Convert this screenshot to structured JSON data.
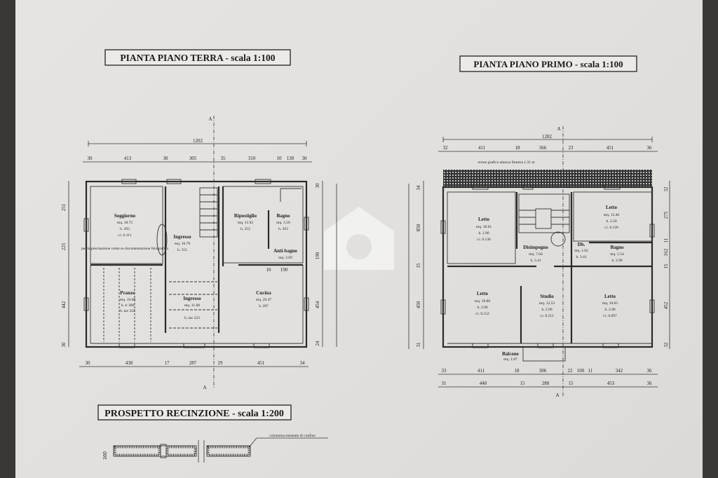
{
  "titles": {
    "ground": "PIANTA PIANO TERRA - scala 1:100",
    "first": "PIANTA PIANO PRIMO - scala 1:100",
    "fence": "PROSPETTO RECINZIONE - scala 1:200"
  },
  "section_marker": "A",
  "ground_floor": {
    "total_width": "1202",
    "top_dims": [
      "30",
      "413",
      "30",
      "305",
      "35",
      "310",
      "10",
      "130",
      "30"
    ],
    "bottom_dims": [
      "30",
      "438",
      "17",
      "287",
      "29",
      "451",
      "34"
    ],
    "right_dims": [
      "30",
      "190",
      "454",
      "24"
    ],
    "left_dims": [
      "251",
      "225",
      "442",
      "30"
    ],
    "rooms": [
      {
        "name": "Soggiorno",
        "area": "mq. 18.75",
        "height": "h. 293",
        "ri": "r.i. 0.111"
      },
      {
        "name": "Ingresso",
        "area": "mq. 10.79",
        "height": "h. 315"
      },
      {
        "name": "Ripostiglio",
        "area": "mq. 11.92",
        "height": "h. 252"
      },
      {
        "name": "Bagno",
        "area": "mq. 5.50",
        "height": "h. 293"
      },
      {
        "name": "Anti-bagno",
        "area": "mq. 2.09"
      },
      {
        "name": "Pranzo",
        "area": "mq. 19.00",
        "height": "h. tr 306",
        "extra": "h. tav 225"
      },
      {
        "name": "Ingresso",
        "area": "mq. 11.68",
        "height": "h. tav 223"
      },
      {
        "name": "Cucina",
        "area": "mq. 20.47",
        "height": "h. 287"
      }
    ],
    "note": "per la precisazione come su documentazione fotografica",
    "inner_dims": [
      "10",
      "190"
    ]
  },
  "first_floor": {
    "total_width": "1282",
    "top_dims": [
      "32",
      "411",
      "18",
      "366",
      "23",
      "451",
      "36"
    ],
    "bottom_dims_1": [
      "33",
      "411",
      "18",
      "306",
      "22",
      "100",
      "11",
      "342",
      "36"
    ],
    "bottom_dims_2": [
      "31",
      "440",
      "15",
      "288",
      "15",
      "453",
      "36"
    ],
    "left_dims": [
      "34",
      "850",
      "15",
      "450",
      "31"
    ],
    "right_dims": [
      "32",
      "275",
      "11",
      "162",
      "15",
      "452",
      "32"
    ],
    "roof_note": "errore grafico altezza\nfinestra 1.31 m",
    "rooms": [
      {
        "name": "Letto",
        "area": "mq. 18.61",
        "height": "h. 2.90",
        "ri": "r.i. 0.136"
      },
      {
        "name": "Disimpegno",
        "area": "mq. 7.04",
        "height": "h. 3.41"
      },
      {
        "name": "Letto",
        "area": "mq. 13.46",
        "height": "h. 2.59",
        "ri": "r.i. 0.120"
      },
      {
        "name": "Db.",
        "area": "mq. 1.62",
        "height": "h. 3.41"
      },
      {
        "name": "Bagno",
        "area": "mq. 5.54",
        "height": "h. 2.90"
      },
      {
        "name": "Letto",
        "area": "mq. 19.80",
        "height": "h. 2.90",
        "ri": "r.i. 0.152"
      },
      {
        "name": "Studio",
        "area": "mq. 12.53",
        "height": "h. 2.90",
        "ri": "r.i. 0.211"
      },
      {
        "name": "Letto",
        "area": "mq. 10.65",
        "height": "h. 2.90",
        "ri": "r.i. 0.097"
      },
      {
        "name": "Balcone",
        "area": "mq. 1.87"
      }
    ]
  },
  "fence": {
    "height_label": "160",
    "note": "colonnina esistente di confine"
  },
  "colors": {
    "paper": "#e4e2df",
    "ink": "#222222"
  }
}
